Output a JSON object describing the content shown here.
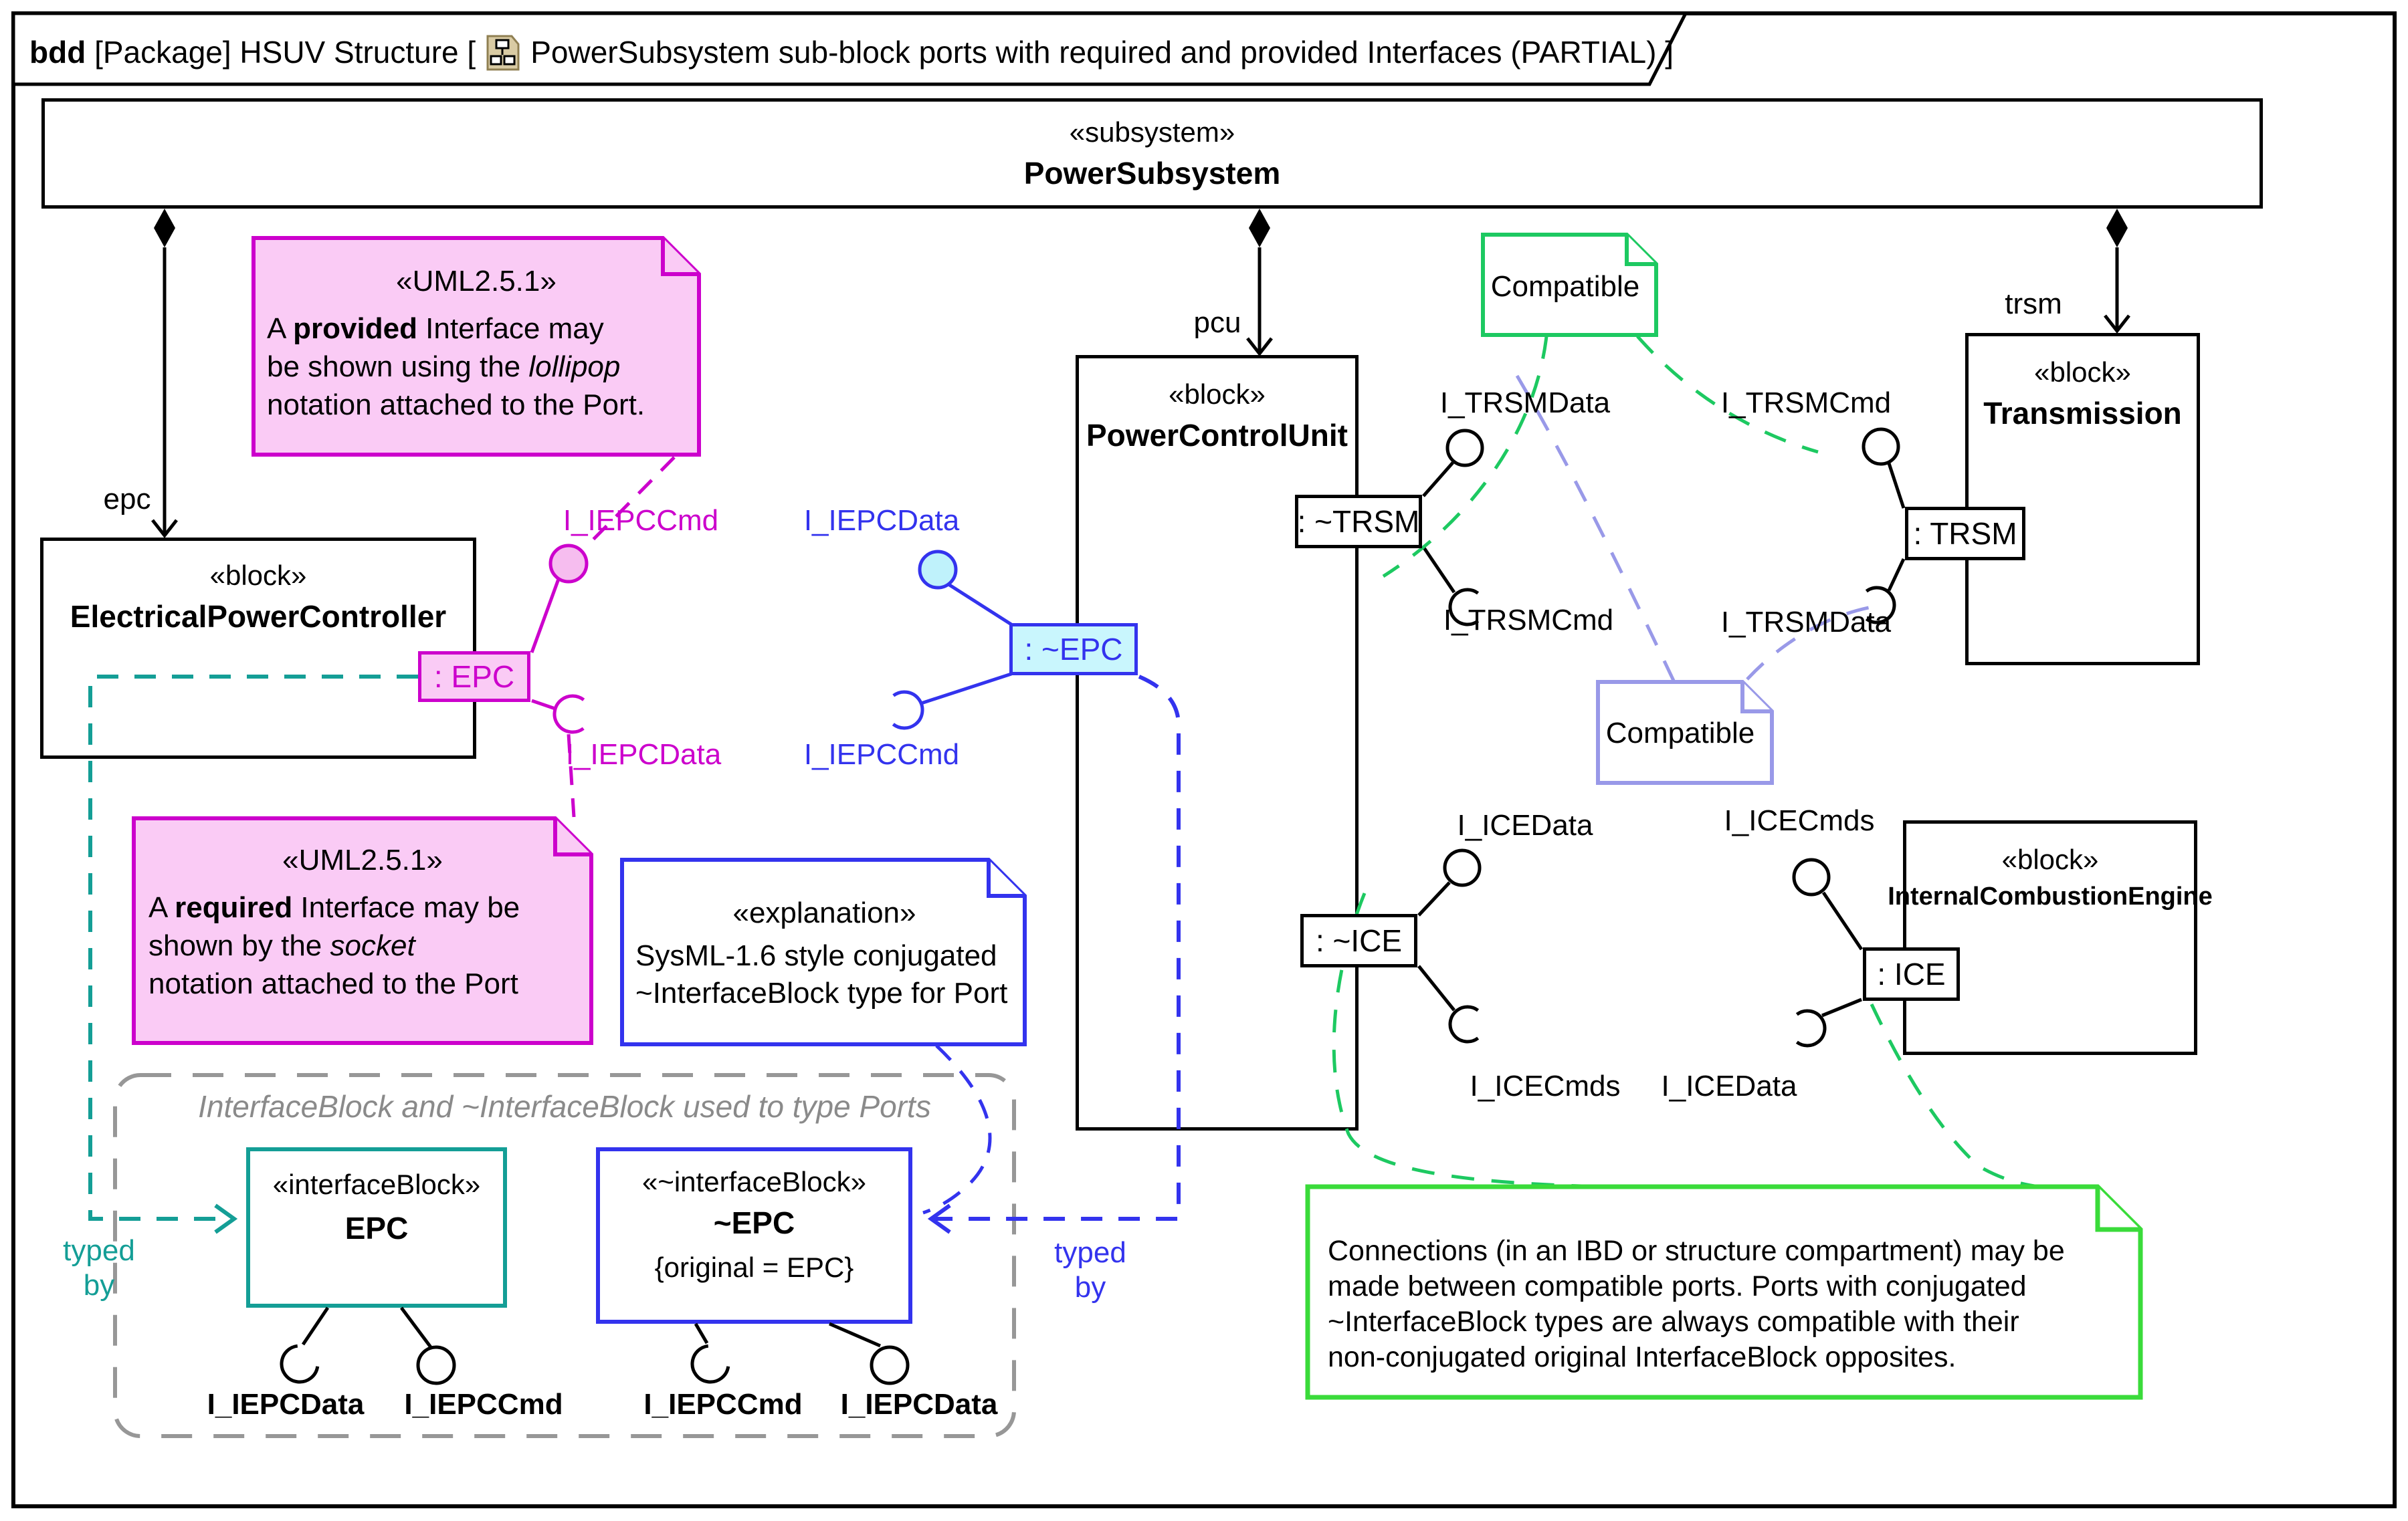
{
  "colors": {
    "magenta": "#CC00CC",
    "pink_fill": "#FACBF5",
    "pink_lollipop": "#F6BDEF",
    "blue": "#3333EE",
    "cyan_fill": "#C9F6FD",
    "cyan_lollipop": "#BFF2FB",
    "teal": "#149E96",
    "green_note": "#1DC961",
    "green_big_note": "#3ADB3A",
    "violet": "#9999E8",
    "gray_container": "#979797",
    "icon_beige": "#D9CBA4"
  },
  "title": {
    "kw": "bdd",
    "pkg": "[Package] HSUV Structure [",
    "name": "PowerSubsystem sub-block ports with required and provided Interfaces (PARTIAL)",
    "close": "]"
  },
  "subsystem": {
    "st": "«subsystem»",
    "name": "PowerSubsystem"
  },
  "parts": {
    "epc": "epc",
    "pcu": "pcu",
    "trsm": "trsm"
  },
  "blocks": {
    "epc": {
      "st": "«block»",
      "name": "ElectricalPowerController"
    },
    "pcu": {
      "st": "«block»",
      "name": "PowerControlUnit"
    },
    "trsm": {
      "st": "«block»",
      "name": "Transmission"
    },
    "ice": {
      "st": "«block»",
      "name": "InternalCombustionEngine"
    }
  },
  "ports": {
    "epc": ": EPC",
    "epc_conj": ": ~EPC",
    "trsm_conj": ": ~TRSM",
    "trsm": ": TRSM",
    "ice_conj": ": ~ICE",
    "ice": ": ICE"
  },
  "ifc": {
    "epc_top": "I_IEPCCmd",
    "epc_bot": "I_IEPCData",
    "epcc_top": "I_IEPCData",
    "epcc_bot": "I_IEPCCmd",
    "trsmc_top": "I_TRSMData",
    "trsmc_bot": "I_TRSMCmd",
    "trsm_top": "I_TRSMCmd",
    "trsm_bot": "I_TRSMData",
    "icec_top": "I_ICEData",
    "icec_bot": "I_ICECmds",
    "ice_top": "I_ICECmds",
    "ice_bot": "I_ICEData"
  },
  "notes": {
    "provided": {
      "st": "«UML2.5.1»",
      "l1a": "A ",
      "l1b": "provided",
      "l1c": " Interface may",
      "l2a": "be shown using the ",
      "l2b": "lollipop",
      "l3": "notation attached to the Port."
    },
    "required": {
      "st": "«UML2.5.1»",
      "l1a": "A ",
      "l1b": "required",
      "l1c": " Interface may be",
      "l2a": "shown by the ",
      "l2b": "socket",
      "l3": "notation attached to the Port"
    },
    "explanation": {
      "st": "«explanation»",
      "l1": "SysML-1.6 style conjugated",
      "l2": "~InterfaceBlock type for Port"
    },
    "compatible1": "Compatible",
    "compatible2": "Compatible",
    "connections": {
      "l1": "Connections (in an IBD or structure compartment) may be",
      "l2": "made between compatible ports. Ports with conjugated",
      "l3": "~InterfaceBlock types are always compatible with their",
      "l4": "non-conjugated original InterfaceBlock opposites."
    }
  },
  "container": {
    "title": "InterfaceBlock and ~InterfaceBlock used to type Ports",
    "epc": {
      "st": "«interfaceBlock»",
      "name": "EPC"
    },
    "epcc": {
      "st": "«~interfaceBlock»",
      "name": "~EPC",
      "constraint": "{original = EPC}"
    },
    "lbl1": "I_IEPCData",
    "lbl2": "I_IEPCCmd",
    "lbl3": "I_IEPCCmd",
    "lbl4": "I_IEPCData"
  },
  "typed_by": {
    "l1": "typed",
    "l2": "by"
  }
}
